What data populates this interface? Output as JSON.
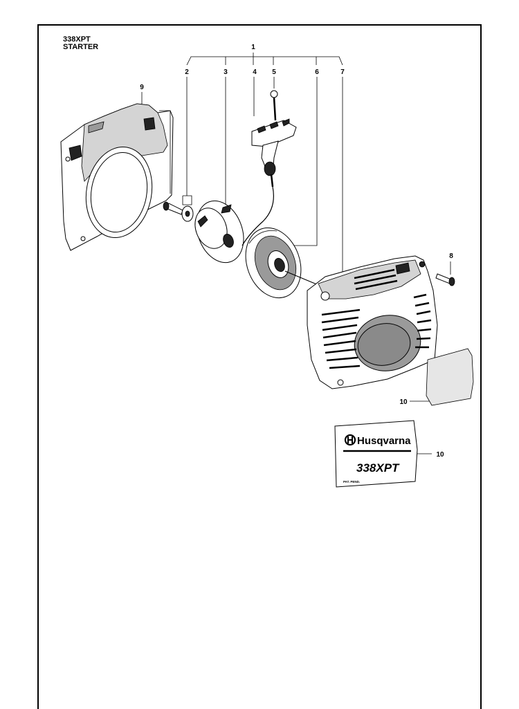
{
  "header": {
    "model": "338XPT",
    "section": "STARTER"
  },
  "callouts": {
    "c1": "1",
    "c2": "2",
    "c3": "3",
    "c4": "4",
    "c5": "5",
    "c6": "6",
    "c7": "7",
    "c8": "8",
    "c9": "9",
    "c10a": "10",
    "c10b": "10"
  },
  "decal": {
    "brand": "Husqvarna",
    "model": "338XPT",
    "note": "PAT. PEND."
  }
}
